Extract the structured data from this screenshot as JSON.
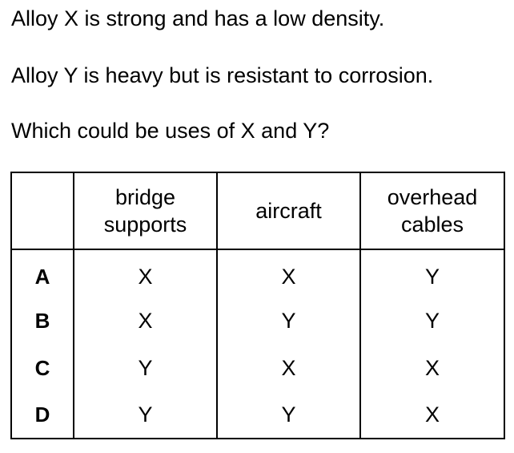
{
  "question": {
    "statements": [
      "Alloy X is strong and has a low density.",
      "Alloy Y is heavy but is resistant to corrosion.",
      "Which could be uses of X and Y?"
    ]
  },
  "table": {
    "headers": [
      "",
      "bridge\nsupports",
      "aircraft",
      "overhead\ncables"
    ],
    "rows": [
      {
        "key": "A",
        "cells": [
          "X",
          "X",
          "Y"
        ]
      },
      {
        "key": "B",
        "cells": [
          "X",
          "Y",
          "Y"
        ]
      },
      {
        "key": "C",
        "cells": [
          "Y",
          "X",
          "X"
        ]
      },
      {
        "key": "D",
        "cells": [
          "Y",
          "Y",
          "X"
        ]
      }
    ]
  }
}
